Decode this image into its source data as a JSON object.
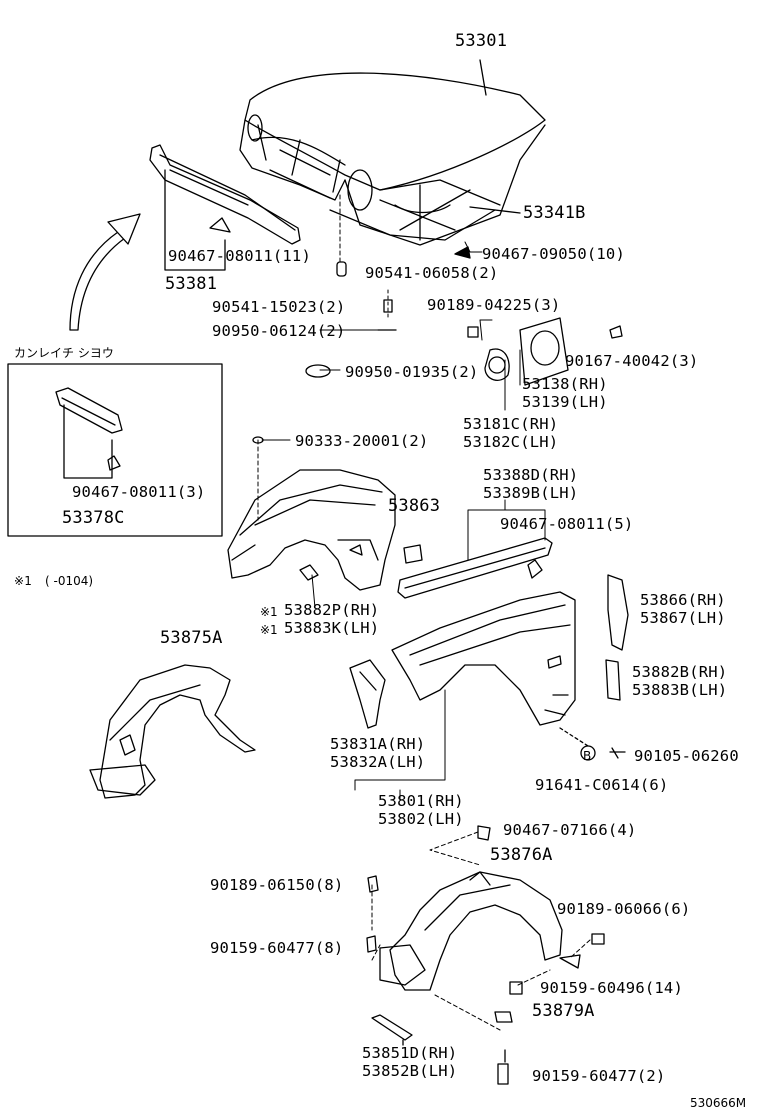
{
  "diagram_id": "530666M",
  "note_katakana": "カンレイチ シヨウ",
  "footnote": {
    "mark": "※1",
    "range": "(      -0104)"
  },
  "labels": {
    "hood": "53301",
    "hood_seal": "53341B",
    "clip_9050": "90467-09050(10)",
    "clip_8011_11": "90467-08011(11)",
    "cushion_6058": "90541-06058(2)",
    "rubber": "53381",
    "cushion_15023": "90541-15023(2)",
    "washer_6124": "90950-06124(2)",
    "plug_1935": "90950-01935(2)",
    "nut_4225": "90189-04225(3)",
    "screw_40042": "90167-40042(3)",
    "cover_rh": "53138(RH)",
    "cover_lh": "53139(LH)",
    "seal_rh": "53181C(RH)",
    "seal_lh": "53182C(LH)",
    "clip_8011_3": "90467-08011(3)",
    "seal_inset": "53378C",
    "plug_20001": "90333-20001(2)",
    "garnish_rh": "53388D(RH)",
    "garnish_lh": "53389B(LH)",
    "part_53863": "53863",
    "clip_8011_5": "90467-08011(5)",
    "liner_rh_mark": "※1",
    "liner_rh": "53882P(RH)",
    "liner_lh_mark": "※1",
    "liner_lh": "53883K(LH)",
    "seal_66_rh": "53866(RH)",
    "seal_67_lh": "53867(LH)",
    "front_liner": "53875A",
    "pad_rh": "53882B(RH)",
    "pad_lh": "53883B(LH)",
    "brk_rh": "53831A(RH)",
    "brk_lh": "53832A(LH)",
    "bolt_6260": "90105-06260",
    "nut_c0614": "91641-C0614(6)",
    "fender_rh": "53801(RH)",
    "fender_lh": "53802(LH)",
    "clip_7166": "90467-07166(4)",
    "rear_liner": "53876A",
    "nut_6150": "90189-06150(8)",
    "nut_6066": "90189-06066(6)",
    "screw_60477_8": "90159-60477(8)",
    "screw_60496": "90159-60496(14)",
    "part_53879A": "53879A",
    "shield_rh": "53851D(RH)",
    "shield_lh": "53852B(LH)",
    "screw_60477_2": "90159-60477(2)",
    "mark_b": "B"
  }
}
